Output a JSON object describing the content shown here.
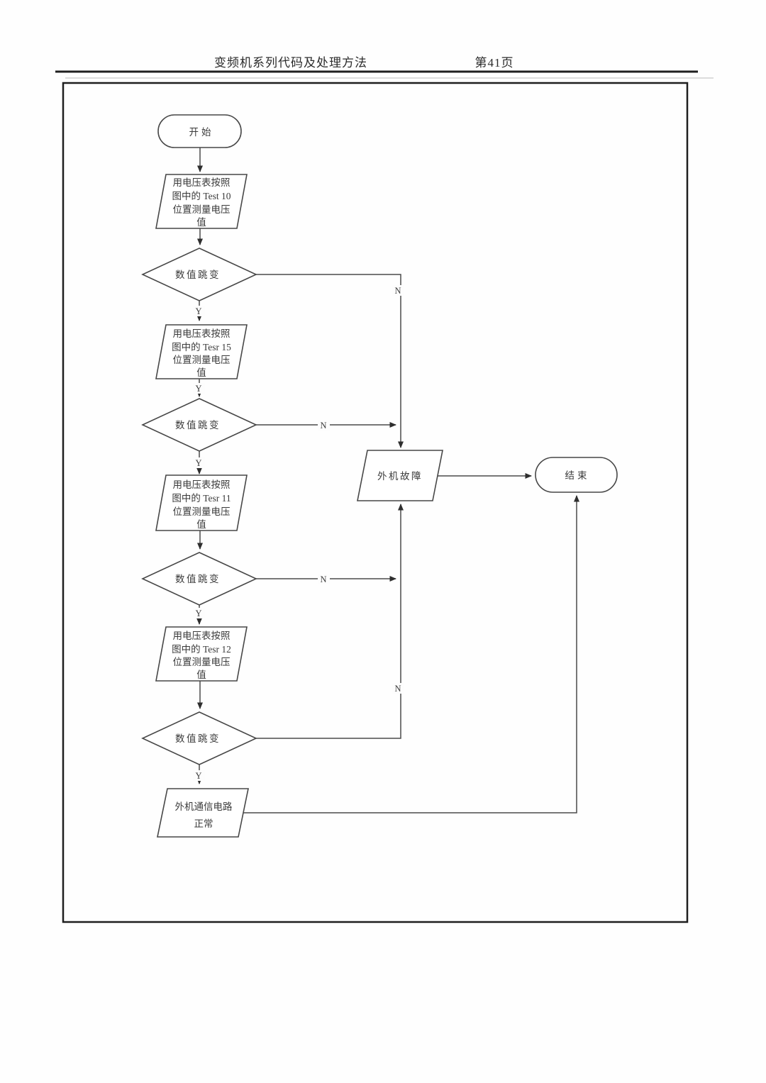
{
  "header": {
    "title": "变频机系列代码及处理方法",
    "page_number": "第41页"
  },
  "flowchart": {
    "start": {
      "label": "开始"
    },
    "step1": {
      "lines": [
        "用电压表按照",
        "图中的 Test 10",
        "位置测量电压",
        "值"
      ]
    },
    "decision1": {
      "label": "数值跳变",
      "yes": "Y",
      "no": "N"
    },
    "step2": {
      "lines": [
        "用电压表按照",
        "图中的 Tesr 15",
        "位置测量电压",
        "值"
      ],
      "exit_label": "Y"
    },
    "decision2": {
      "label": "数值跳变",
      "yes": "Y",
      "no": "N"
    },
    "step3": {
      "lines": [
        "用电压表按照",
        "图中的 Tesr 11",
        "位置测量电压",
        "值"
      ]
    },
    "decision3": {
      "label": "数值跳变",
      "yes": "Y",
      "no": "N"
    },
    "step4": {
      "lines": [
        "用电压表按照",
        "图中的 Tesr 12",
        "位置测量电压",
        "值"
      ]
    },
    "decision4": {
      "label": "数值跳变",
      "yes": "Y",
      "no": "N"
    },
    "fault": {
      "label": "外机故障"
    },
    "result": {
      "lines": [
        "外机通信电路",
        "正常"
      ]
    },
    "end": {
      "label": "结束"
    }
  }
}
